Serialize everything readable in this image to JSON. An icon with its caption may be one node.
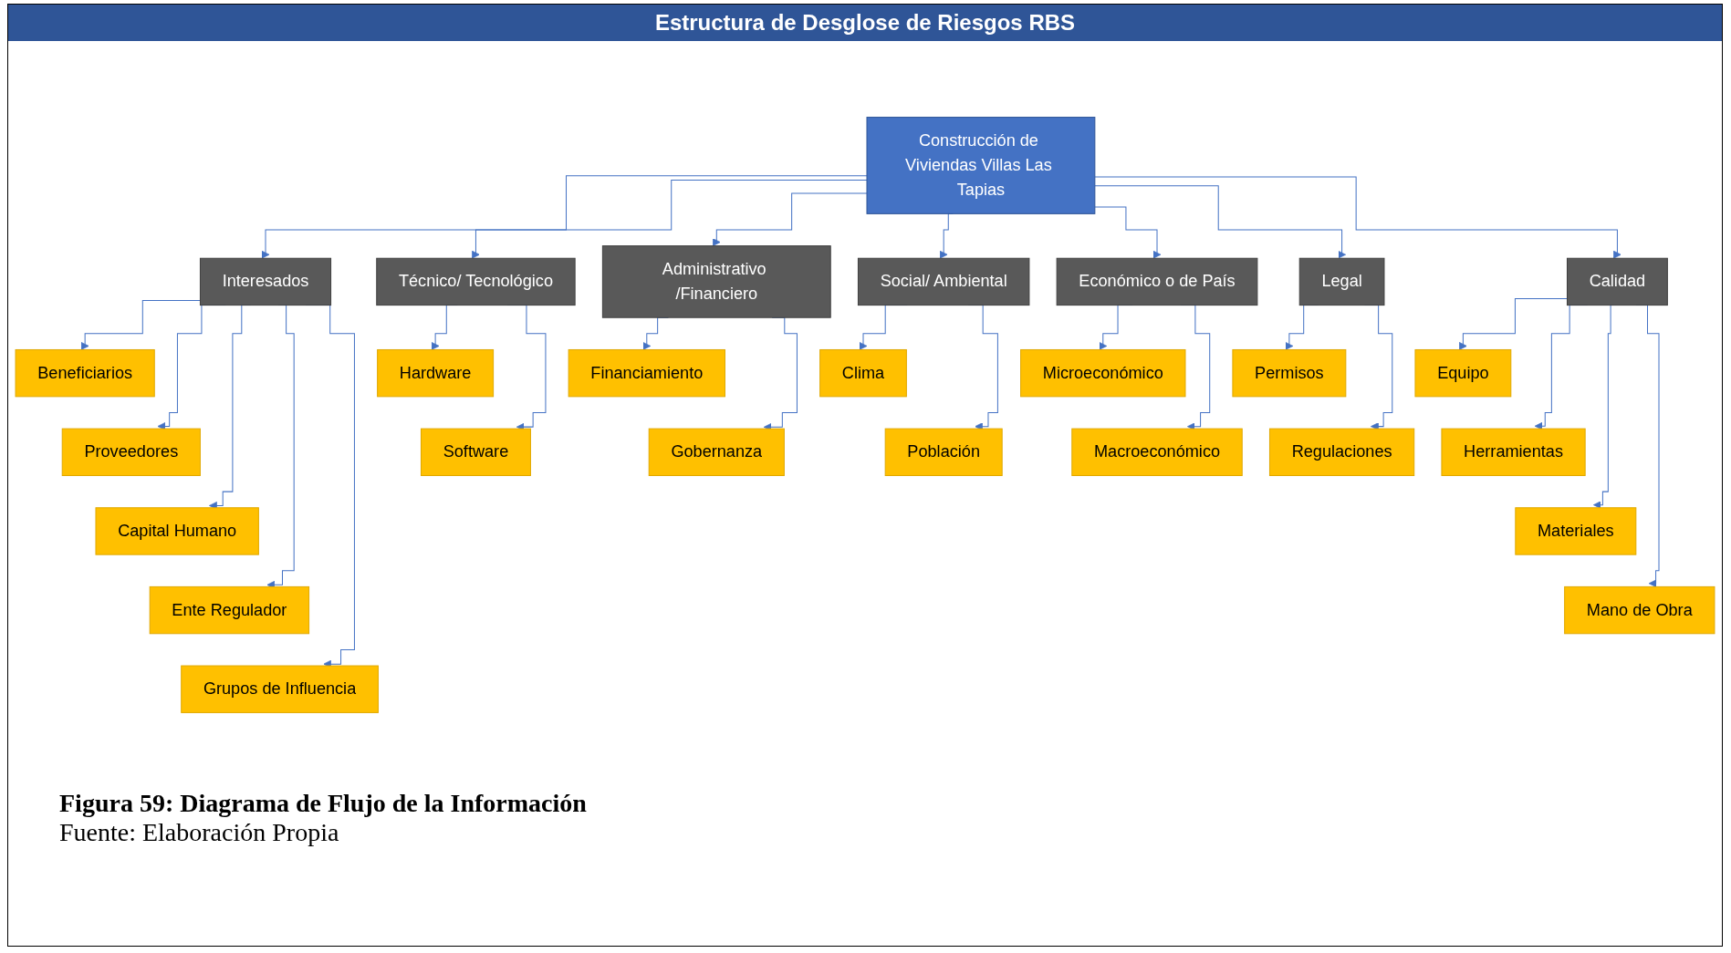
{
  "diagram": {
    "title": "Estructura de Desglose de Riesgos RBS",
    "caption": "Figura 59: Diagrama de Flujo de la Información",
    "nodes": [
      {
        "text": [
          "Construcción de Viviendas Villas Las Tapias"
        ]
      },
      {
        "text": [
          "Interesados"
        ]
      },
      {
        "text": [
          "Técnico/ Tecnológico"
        ]
      },
      {
        "text": [
          "Administrativo /Financiero"
        ]
      },
      {
        "text": [
          "Social/ Ambiental"
        ]
      },
      {
        "text": [
          "Económico o de País"
        ]
      },
      {
        "text": [
          "Legal"
        ]
      },
      {
        "text": [
          "Calidad"
        ]
      },
      {
        "text": [
          "Beneficiarios"
        ]
      },
      {
        "text": [
          "Proveedores"
        ]
      },
      {
        "text": [
          "Capital Humano"
        ]
      },
      {
        "text": [
          "Ente Regulador"
        ]
      },
      {
        "text": [
          "Grupos de Influencia"
        ]
      },
      {
        "text": [
          "Hardware"
        ]
      },
      {
        "text": [
          "Software"
        ]
      },
      {
        "text": [
          "Financiamiento"
        ]
      },
      {
        "text": [
          "Gobernanza"
        ]
      },
      {
        "text": [
          "Clima"
        ]
      },
      {
        "text": [
          "Población"
        ]
      },
      {
        "text": [
          "Microeconómico"
        ]
      },
      {
        "text": [
          "Macroeconómico"
        ]
      },
      {
        "text": [
          "Permisos"
        ]
      },
      {
        "text": [
          "Regulaciones"
        ]
      },
      {
        "text": [
          "Equipo"
        ]
      },
      {
        "text": [
          "Herramientas"
        ]
      },
      {
        "text": [
          "Materiales"
        ]
      },
      {
        "text": [
          "Mano de Obra"
        ]
      }
    ],
    "edges": [
      {
        "from": 0,
        "to": 1,
        "arrow": "to"
      },
      {
        "from": 0,
        "to": 2,
        "arrow": "to"
      },
      {
        "from": 0,
        "to": 3,
        "arrow": "to"
      },
      {
        "from": 0,
        "to": 4,
        "arrow": "to"
      },
      {
        "from": 0,
        "to": 5,
        "arrow": "to"
      },
      {
        "from": 0,
        "to": 6,
        "arrow": "to"
      },
      {
        "from": 0,
        "to": 7,
        "arrow": "to"
      },
      {
        "from": 1,
        "to": 8,
        "arrow": "to"
      },
      {
        "from": 1,
        "to": 9,
        "arrow": "to"
      },
      {
        "from": 1,
        "to": 10,
        "arrow": "to"
      },
      {
        "from": 1,
        "to": 11,
        "arrow": "to"
      },
      {
        "from": 1,
        "to": 12,
        "arrow": "to"
      },
      {
        "from": 2,
        "to": 13,
        "arrow": "to"
      },
      {
        "from": 2,
        "to": 14,
        "arrow": "to"
      },
      {
        "from": 3,
        "to": 15,
        "arrow": "to"
      },
      {
        "from": 3,
        "to": 16,
        "arrow": "to"
      },
      {
        "from": 4,
        "to": 17,
        "arrow": "to"
      },
      {
        "from": 4,
        "to": 18,
        "arrow": "to"
      },
      {
        "from": 5,
        "to": 19,
        "arrow": "to"
      },
      {
        "from": 5,
        "to": 20,
        "arrow": "to"
      },
      {
        "from": 6,
        "to": 21,
        "arrow": "to"
      },
      {
        "from": 6,
        "to": 22,
        "arrow": "to"
      },
      {
        "from": 7,
        "to": 23,
        "arrow": "to"
      },
      {
        "from": 7,
        "to": 24,
        "arrow": "to"
      },
      {
        "from": 7,
        "to": 25,
        "arrow": "to"
      },
      {
        "from": 7,
        "to": 26,
        "arrow": "to"
      }
    ],
    "labels": [
      "Fuente: Elaboración Propia"
    ]
  }
}
